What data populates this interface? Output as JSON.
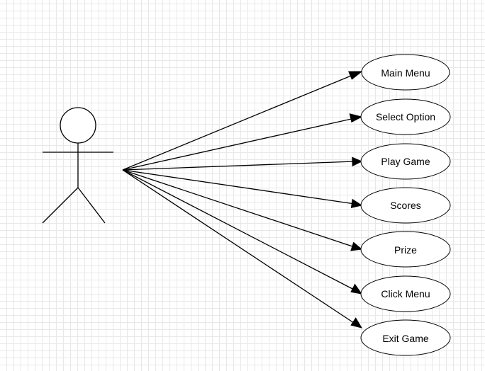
{
  "diagram": {
    "type": "use-case",
    "actor": {
      "label": ""
    },
    "use_cases": [
      {
        "label": "Main Menu"
      },
      {
        "label": "Select Option"
      },
      {
        "label": "Play Game"
      },
      {
        "label": "Scores"
      },
      {
        "label": "Prize"
      },
      {
        "label": "Click Menu"
      },
      {
        "label": "Exit Game"
      }
    ],
    "colors": {
      "stroke": "#000000",
      "fill": "#ffffff",
      "grid_minor": "#e8e8e8",
      "grid_major": "#d2d2d2"
    }
  }
}
